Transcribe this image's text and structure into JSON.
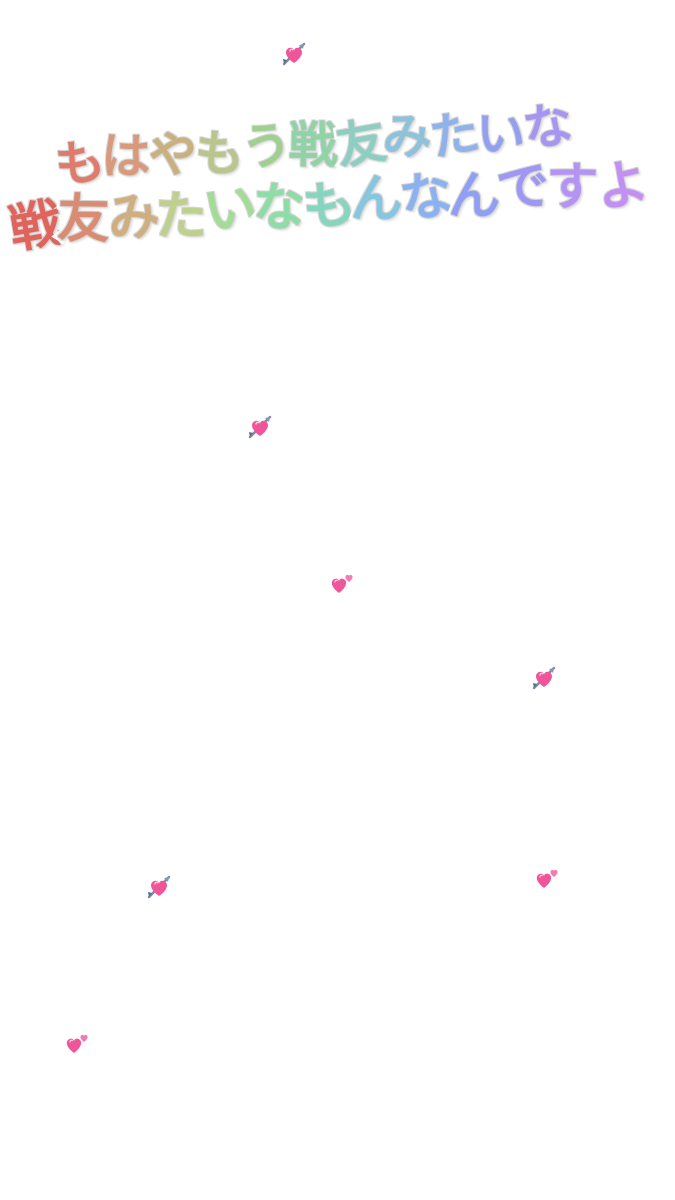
{
  "title": {
    "line1": [
      "も",
      "は",
      "や",
      "も",
      "う",
      "戦",
      "友",
      "み",
      "た",
      "い",
      "な"
    ],
    "line2": [
      "戦",
      "友",
      "み",
      "た",
      "い",
      "な",
      "も",
      "ん",
      "な",
      "ん",
      "で",
      "す",
      "よ"
    ]
  },
  "colors": {
    "line1": [
      "#e07a6a",
      "#d99a7c",
      "#c9b07e",
      "#b9c58a",
      "#9fd08f",
      "#8fd3a6",
      "#8ccfc2",
      "#8ec2db",
      "#8fb2ea",
      "#93a0f0",
      "#a894f1"
    ],
    "line2": [
      "#e0645c",
      "#d98b73",
      "#cfae80",
      "#bfd08d",
      "#a3dd95",
      "#8edca6",
      "#86d6bf",
      "#86c6e0",
      "#8ab2f0",
      "#8f9ff4",
      "#9e97f4",
      "#b394f3",
      "#c28ff2"
    ]
  },
  "stickers": [
    {
      "name": "heart-arrow-icon-1",
      "type": "arrow"
    },
    {
      "name": "heart-arrow-icon-2",
      "type": "arrow"
    },
    {
      "name": "two-hearts-icon-1",
      "type": "two"
    },
    {
      "name": "heart-arrow-icon-3",
      "type": "arrow"
    },
    {
      "name": "heart-arrow-icon-4",
      "type": "arrow"
    },
    {
      "name": "two-hearts-icon-2",
      "type": "two"
    },
    {
      "name": "two-hearts-icon-3",
      "type": "two"
    }
  ]
}
